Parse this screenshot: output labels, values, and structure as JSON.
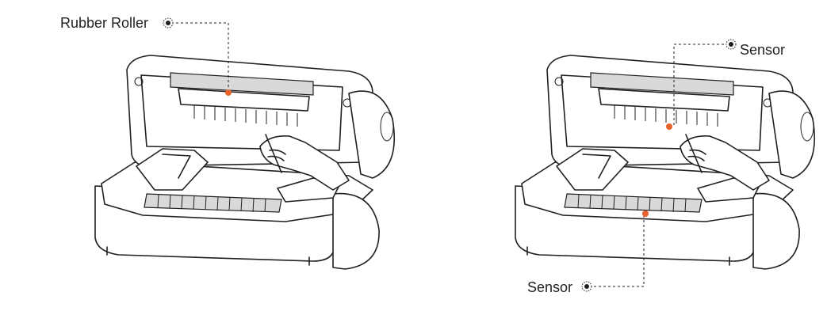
{
  "callouts": {
    "rubber_roller": "Rubber Roller",
    "sensor_top": "Sensor",
    "sensor_bottom": "Sensor"
  },
  "colors": {
    "line": "#231f20",
    "marker": "#e8632b",
    "background": "#ffffff"
  },
  "icons": {
    "callout_marker": "target-dot-icon"
  }
}
